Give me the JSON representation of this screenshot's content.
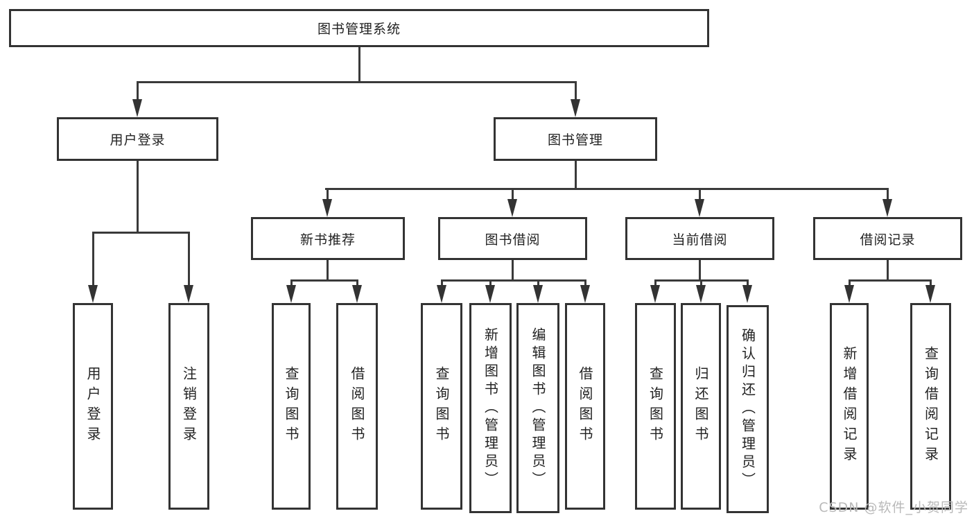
{
  "diagram": {
    "root": "图书管理系统",
    "branches": [
      {
        "label": "用户登录",
        "leaves": [
          "用户登录",
          "注销登录"
        ]
      },
      {
        "label": "图书管理",
        "groups": [
          {
            "label": "新书推荐",
            "leaves": [
              "查询图书",
              "借阅图书"
            ]
          },
          {
            "label": "图书借阅",
            "leaves": [
              "查询图书",
              "新增图书（管理员）",
              "编辑图书（管理员）",
              "借阅图书"
            ]
          },
          {
            "label": "当前借阅",
            "leaves": [
              "查询图书",
              "归还图书",
              "确认归还（管理员）"
            ]
          },
          {
            "label": "借阅记录",
            "leaves": [
              "新增借阅记录",
              "查询借阅记录"
            ]
          }
        ]
      }
    ]
  },
  "colors": {
    "line": "#3a3a3a",
    "border": "#333333",
    "text": "#222222",
    "watermark": "#b9b9b9"
  },
  "watermark": "CSDN @软件_小贺同学"
}
